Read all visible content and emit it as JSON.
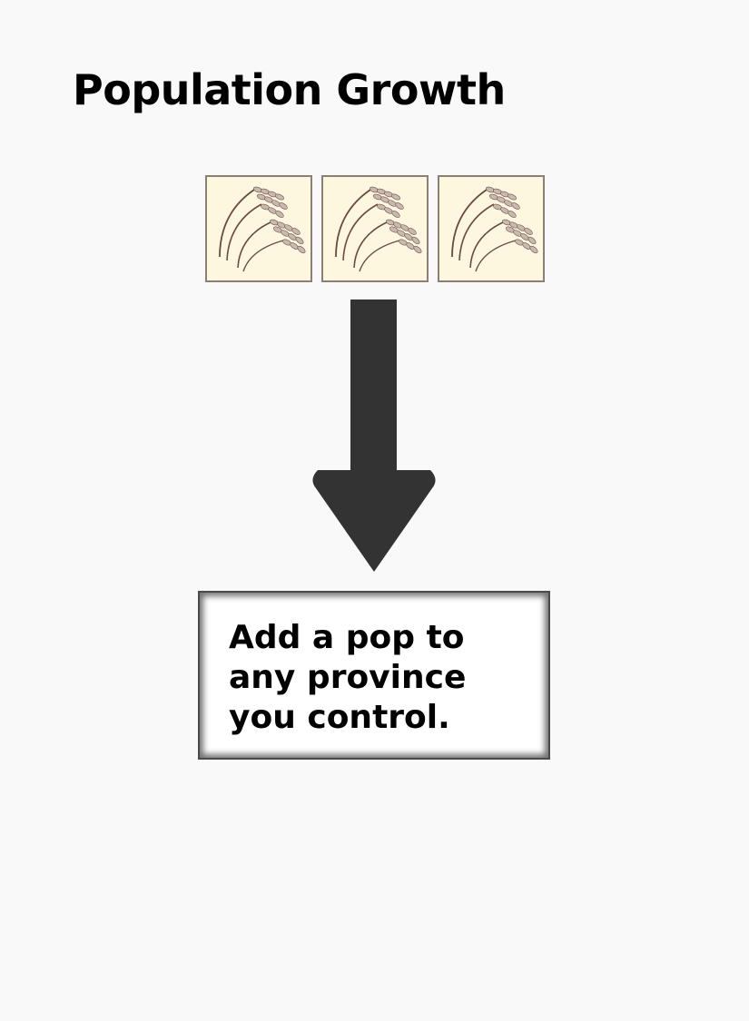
{
  "card": {
    "title": "Population Growth",
    "cost": {
      "resource": "grain",
      "count": 3,
      "icons": [
        "grain-icon",
        "grain-icon",
        "grain-icon"
      ]
    },
    "effect": "Add a pop to any province you control."
  },
  "colors": {
    "background": "#f9f9f9",
    "tile_fill": "#fdf7e0",
    "tile_border": "#8e7d72",
    "arrow": "#333333",
    "effect_border": "#4a4a4a"
  }
}
